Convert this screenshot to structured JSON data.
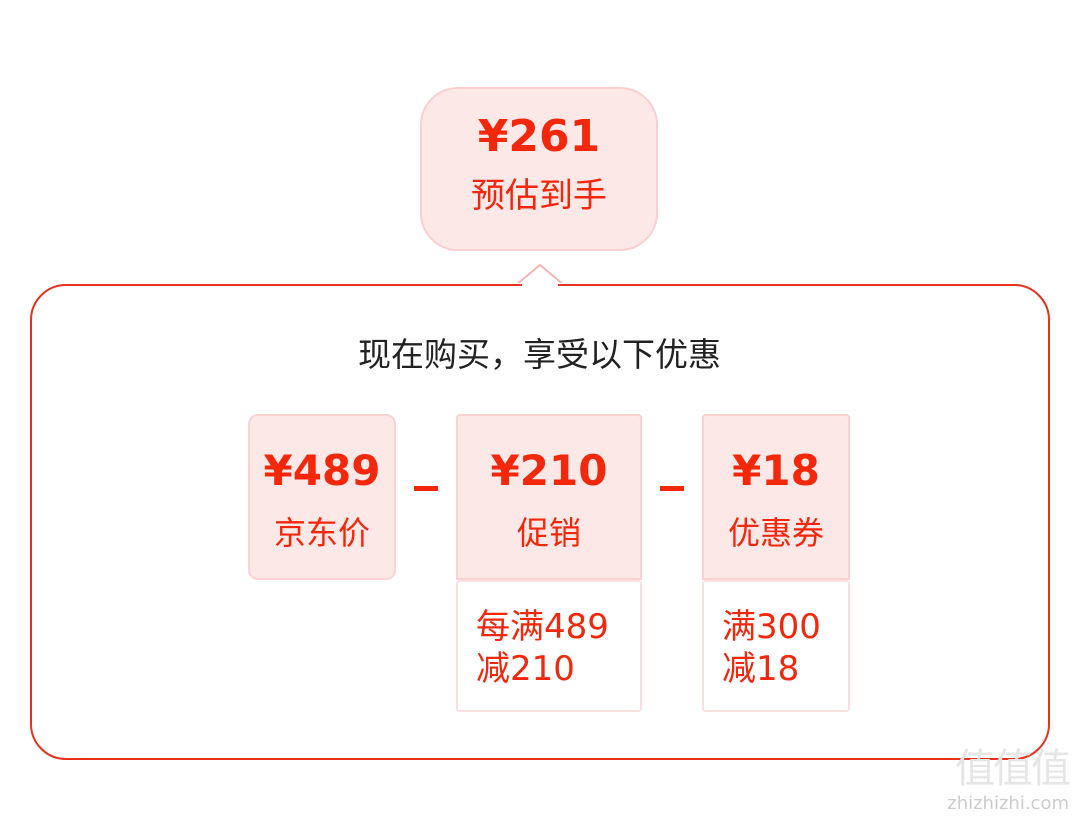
{
  "estimate": {
    "amount": "¥261",
    "label": "预估到手"
  },
  "panel": {
    "title": "现在购买，享受以下优惠"
  },
  "cards": [
    {
      "amount": "¥489",
      "label": "京东价"
    },
    {
      "amount": "¥210",
      "label": "促销",
      "detail": "每满489\n减210"
    },
    {
      "amount": "¥18",
      "label": "优惠券",
      "detail": "满300\n减18"
    }
  ],
  "watermark": {
    "logo": "值值值",
    "url": "zhizhizhi.com"
  },
  "colors": {
    "accent": "#f2270c",
    "card_bg": "#fde8e8",
    "border": "#e8321e"
  }
}
